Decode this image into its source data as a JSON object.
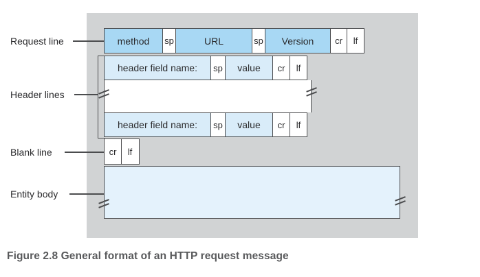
{
  "figure": {
    "caption": "Figure 2.8 General format of an HTTP request message"
  },
  "labels": {
    "request_line": "Request line",
    "header_lines": "Header lines",
    "blank_line": "Blank line",
    "entity_body": "Entity body"
  },
  "rows": {
    "request": {
      "cells": [
        {
          "text": "method"
        },
        {
          "text": "sp"
        },
        {
          "text": "URL"
        },
        {
          "text": "sp"
        },
        {
          "text": "Version"
        },
        {
          "text": "cr"
        },
        {
          "text": "lf"
        }
      ]
    },
    "header1": {
      "cells": [
        {
          "text": "header field name:"
        },
        {
          "text": "sp"
        },
        {
          "text": "value"
        },
        {
          "text": "cr"
        },
        {
          "text": "lf"
        }
      ]
    },
    "header2": {
      "cells": [
        {
          "text": "header field name:"
        },
        {
          "text": "sp"
        },
        {
          "text": "value"
        },
        {
          "text": "cr"
        },
        {
          "text": "lf"
        }
      ]
    },
    "blank": {
      "cells": [
        {
          "text": "cr"
        },
        {
          "text": "lf"
        }
      ]
    }
  },
  "colors": {
    "panel_bg": "#d1d3d4",
    "request_box_blue": "#a8d8f4",
    "header_box_blue": "#d9ecf9",
    "entity_body_blue": "#e4f2fc",
    "border": "#4b4c4e",
    "caption_text": "#58595b"
  }
}
